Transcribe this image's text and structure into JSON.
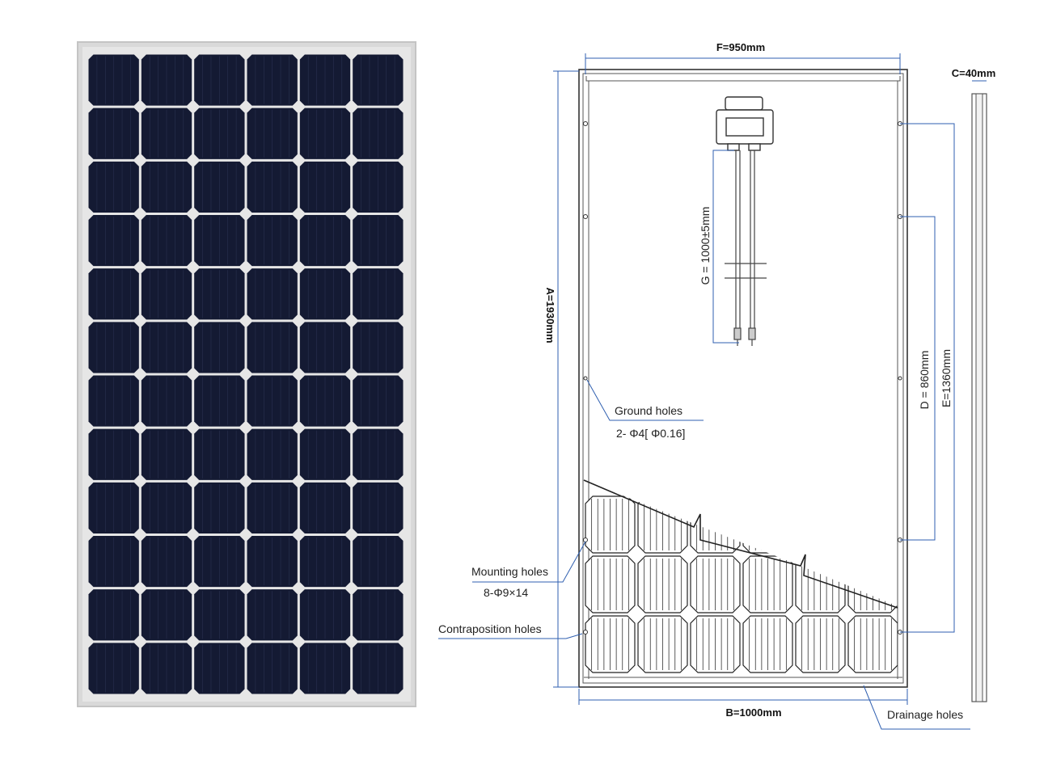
{
  "panel_front": {
    "rows": 12,
    "cols": 6,
    "frame_color": "#d9d9d9",
    "cell_color": "#141a33"
  },
  "drawing": {
    "dim_f": "F=950mm",
    "dim_c": "C=40mm",
    "dim_a": "A=1930mm",
    "dim_b": "B=1000mm",
    "dim_g": "G = 1000±5mm",
    "dim_d": "D = 860mm",
    "dim_e": "E=1360mm",
    "ground_holes_title": "Ground holes",
    "ground_holes_spec": "2- Φ4[ Φ0.16]",
    "mounting_holes_title": "Mounting holes",
    "mounting_holes_spec": "8-Φ9×14",
    "contraposition_holes": "Contraposition holes",
    "drainage_holes": "Drainage holes",
    "dim_line_color": "#2f5fb0"
  }
}
